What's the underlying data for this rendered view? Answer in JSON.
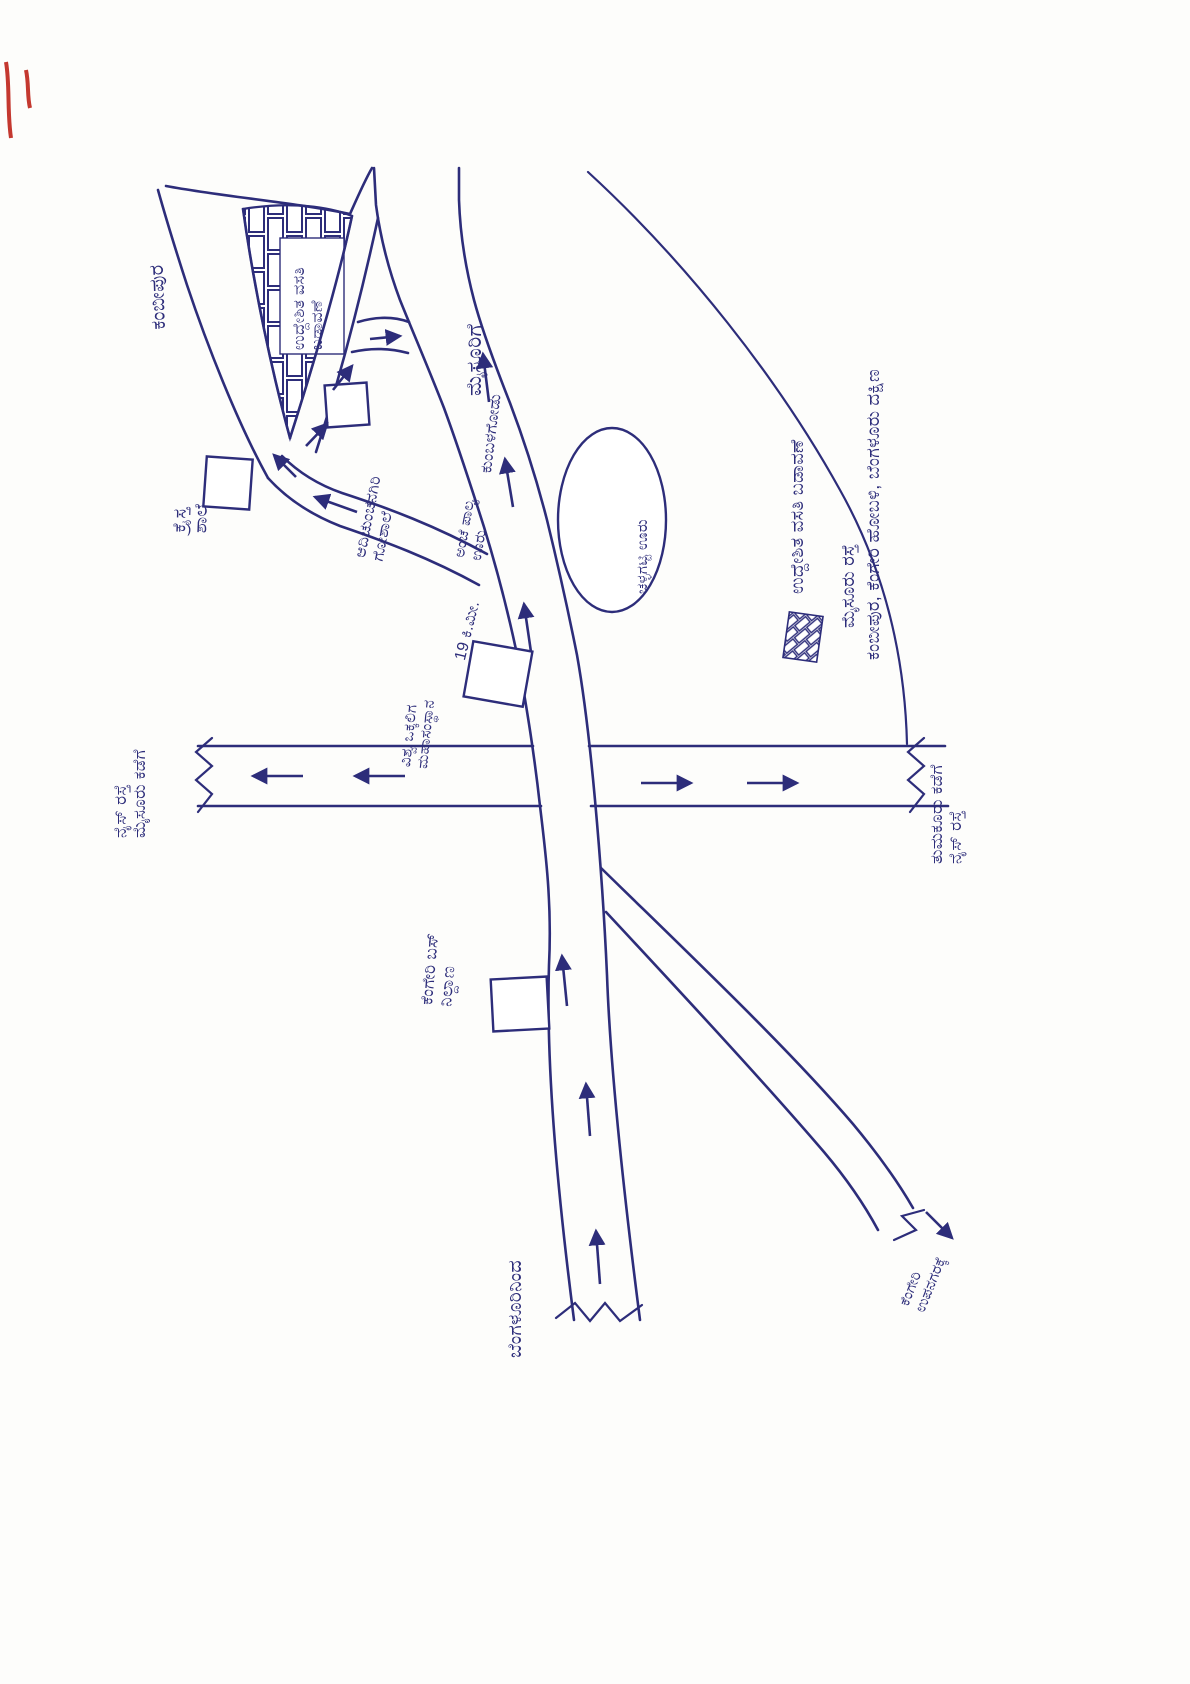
{
  "colors": {
    "ink": "#2d2d7a",
    "paper": "#fdfdfb",
    "scan_mark": "#c4382f"
  },
  "labels": {
    "kambipura": "ಕಂಬೀಪುರ",
    "proposed_layout_area": "ಉದ್ದೇಶಿತ ವಸತಿ\nಬಡಾವಣೆ",
    "to_mysore": "ಮೈಸೂರಿಗೆ",
    "adichunchanagiri_goshala": "ಆದಿಚುಂಚನಗಿರಿ\nಗೋಶಾಲೆ",
    "christ_school": "ಕ್ರೈಸ್ತ\nಶಾಲೆ",
    "kumbalagodu": "ಕುಂಬಳಗೋಡು",
    "anchepalya_village": "ಅಂಚೆ ಪಾಲ್ಯ\nಊರು",
    "challaghatti_village": "ಚಳ್ಳಗಟ್ಟಿ ಊರು",
    "distance_19km": "19 ಕಿ.ಮೀ.",
    "vishwa_okkaliga_mutt": "ವಿಶ್ವ ಒಕ್ಕಲಿಗ\nಮಹಾಸಂಸ್ಥಾನ",
    "nice_road_left": "ನೈಸ್ ರಸ್ತೆ\nಮೈಸೂರು ಕಡೆಗೆ",
    "nice_road_right": "ತುಮಕೂರು ಕಡೆಗೆ\nನೈಸ್ ರಸ್ತೆ",
    "kengeri_bus_stand": "ಕೆಂಗೇರಿ ಬಸ್\nನಿಲ್ದಾಣ",
    "from_bengaluru": "ಬೆಂಗಳೂರಿನಿಂದ",
    "ramp_destination": "ಕೆಂಗೇರಿ\nಉಪನಗರಕ್ಕೆ"
  },
  "legend": {
    "swatch_meaning": "brick-hatch = proposed layout site",
    "line1": "ಉದ್ದೇಶಿತ ವಸತಿ ಬಡಾವಣೆ",
    "line2": "ಮೈಸೂರು ರಸ್ತೆ",
    "line3": "ಕಂಬೀಪುರ, ಕೆಂಗೇರಿ ಹೋಬಳಿ, ಬೆಂಗಳೂರು ದಕ್ಷಿಣ"
  }
}
